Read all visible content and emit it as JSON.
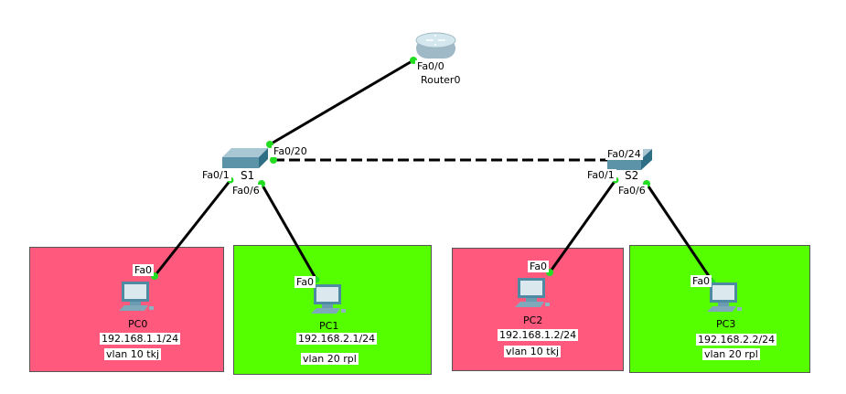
{
  "colors": {
    "vlan10": "#ff5a7e",
    "vlan20": "#55ff00",
    "port_up": "#22dd22",
    "link": "#000000"
  },
  "router": {
    "name": "Router0",
    "port": "Fa0/0"
  },
  "switches": [
    {
      "name": "S1",
      "ports": [
        "Fa0/20",
        "Fa0/1",
        "Fa0/6"
      ]
    },
    {
      "name": "S2",
      "ports": [
        "Fa0/24",
        "Fa0/1",
        "Fa0/6"
      ]
    }
  ],
  "pcs": [
    {
      "name": "PC0",
      "port": "Fa0",
      "ip": "192.168.1.1/24",
      "vlan": "vlan 10 tkj"
    },
    {
      "name": "PC1",
      "port": "Fa0",
      "ip": "192.168.2.1/24",
      "vlan": "vlan 20 rpl"
    },
    {
      "name": "PC2",
      "port": "Fa0",
      "ip": "192.168.1.2/24",
      "vlan": "vlan 10 tkj"
    },
    {
      "name": "PC3",
      "port": "Fa0",
      "ip": "192.168.2.2/24",
      "vlan": "vlan 20 rpl"
    }
  ]
}
